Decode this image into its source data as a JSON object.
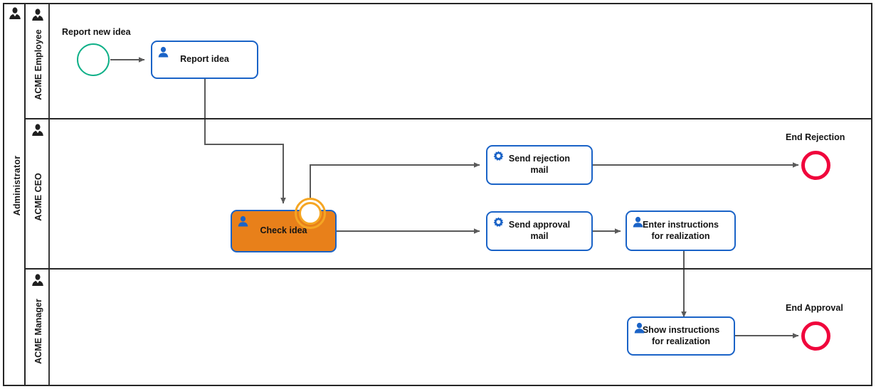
{
  "pool": {
    "name": "Administrator",
    "icon": "person-icon"
  },
  "lanes": [
    {
      "id": "lane-acme-employee",
      "name": "ACME Employee",
      "icon": "person-icon"
    },
    {
      "id": "lane-acme-ceo",
      "name": "ACME CEO",
      "icon": "person-icon"
    },
    {
      "id": "lane-acme-manager",
      "name": "ACME Manager",
      "icon": "person-icon"
    }
  ],
  "events": [
    {
      "id": "start-report-new-idea",
      "type": "start",
      "label": "Report new idea",
      "color": "#10b088"
    },
    {
      "id": "end-rejection",
      "type": "end",
      "label": "End Rejection",
      "color": "#F0063C"
    },
    {
      "id": "end-approval",
      "type": "end",
      "label": "End Approval",
      "color": "#F0063C"
    },
    {
      "id": "boundary-check-idea",
      "type": "boundary",
      "label": "",
      "color": "#F5A623"
    }
  ],
  "tasks": [
    {
      "id": "task-report-idea",
      "label": "Report idea",
      "icon": "user-task-icon",
      "lane": "ACME Employee",
      "highlighted": false
    },
    {
      "id": "task-check-idea",
      "label": "Check idea",
      "icon": "user-task-icon",
      "lane": "ACME CEO",
      "highlighted": true
    },
    {
      "id": "task-send-rejection-mail",
      "label": "Send rejection\nmail",
      "icon": "service-task-icon",
      "lane": "ACME CEO",
      "highlighted": false
    },
    {
      "id": "task-send-approval-mail",
      "label": "Send approval\nmail",
      "icon": "service-task-icon",
      "lane": "ACME CEO",
      "highlighted": false
    },
    {
      "id": "task-enter-instructions",
      "label": "Enter instructions\nfor realization",
      "icon": "user-task-icon",
      "lane": "ACME CEO",
      "highlighted": false
    },
    {
      "id": "task-show-instructions",
      "label": "Show instructions\nfor realization",
      "icon": "user-task-icon",
      "lane": "ACME Manager",
      "highlighted": false
    }
  ],
  "colors": {
    "task_border": "#1a63c7",
    "task_icon": "#1a63c7",
    "highlight_fill": "#E8801A",
    "start_event": "#10b088",
    "end_event": "#F0063C",
    "boundary_event": "#F5A623",
    "connector": "#5a5a5a",
    "lane_border": "#262626"
  },
  "flows": [
    {
      "id": "flow-start-to-report",
      "from": "start-report-new-idea",
      "to": "task-report-idea"
    },
    {
      "id": "flow-report-to-check",
      "from": "task-report-idea",
      "to": "task-check-idea"
    },
    {
      "id": "flow-boundary-to-rejection",
      "from": "boundary-check-idea",
      "to": "task-send-rejection-mail"
    },
    {
      "id": "flow-rejection-to-end",
      "from": "task-send-rejection-mail",
      "to": "end-rejection"
    },
    {
      "id": "flow-check-to-approval",
      "from": "task-check-idea",
      "to": "task-send-approval-mail"
    },
    {
      "id": "flow-approval-to-enter",
      "from": "task-send-approval-mail",
      "to": "task-enter-instructions"
    },
    {
      "id": "flow-enter-to-show",
      "from": "task-enter-instructions",
      "to": "task-show-instructions"
    },
    {
      "id": "flow-show-to-end",
      "from": "task-show-instructions",
      "to": "end-approval"
    }
  ]
}
